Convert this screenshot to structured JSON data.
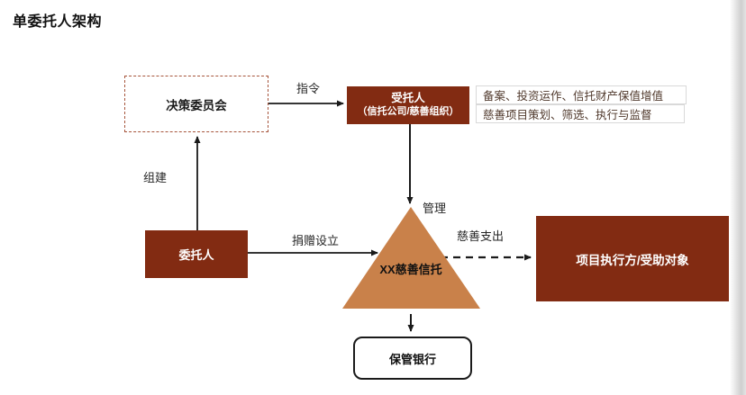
{
  "page": {
    "title": "单委托人架构"
  },
  "colors": {
    "dark_red": "#822B12",
    "triangle_orange": "#C9814A",
    "dashed_border": "#A6543B",
    "info_text": "#4F382B",
    "info_border": "#D9D9D9",
    "arrow": "#1A1A1A"
  },
  "nodes": {
    "decision_committee": {
      "label": "决策委员会"
    },
    "trustee": {
      "label_line1": "受托人",
      "label_line2": "（信托公司/慈善组织）"
    },
    "principal": {
      "label": "委托人"
    },
    "trust_triangle": {
      "label": "XX慈善信托"
    },
    "executor": {
      "label": "项目执行方/受助对象"
    },
    "custodian_bank": {
      "label": "保管银行"
    },
    "info_boxes": [
      {
        "label": "备案、投资运作、信托财产保值增值"
      },
      {
        "label": "慈善项目策划、筛选、执行与监督"
      }
    ]
  },
  "edges": {
    "instruction": "指令",
    "form": "组建",
    "donate": "捐赠设立",
    "manage": "管理",
    "charity_expense": "慈善支出"
  }
}
